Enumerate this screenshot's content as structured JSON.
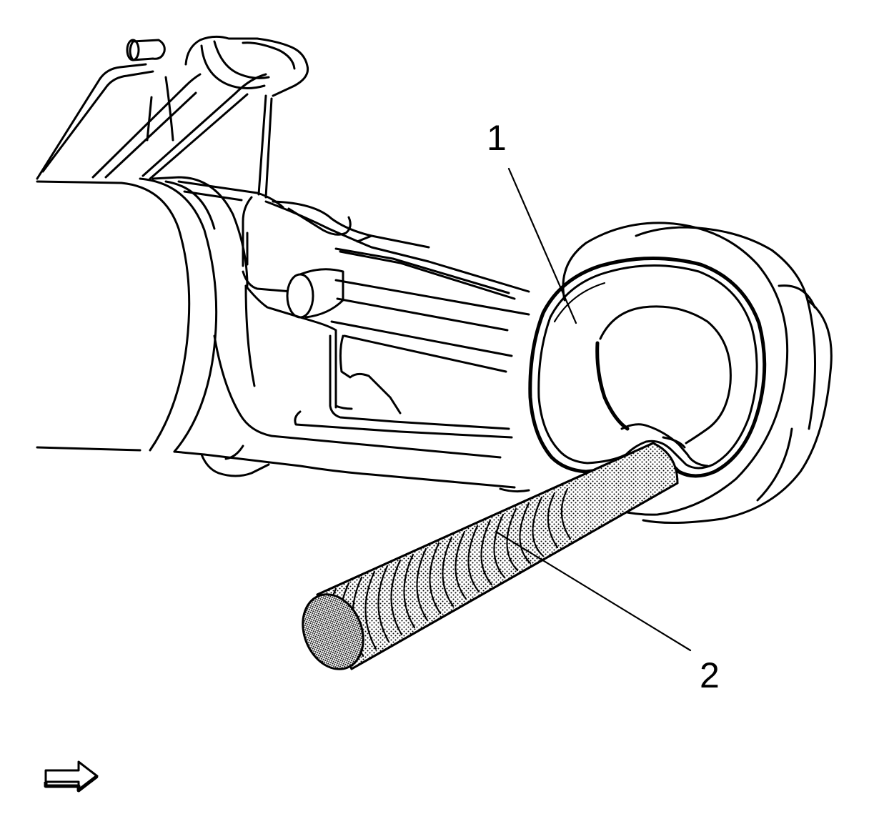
{
  "callouts": [
    {
      "id": "1",
      "label": "1"
    },
    {
      "id": "2",
      "label": "2"
    }
  ],
  "icons": {
    "direction_arrow": "right-arrow-icon"
  },
  "colors": {
    "line": "#000000",
    "background": "#ffffff",
    "stipple": "#000000"
  }
}
